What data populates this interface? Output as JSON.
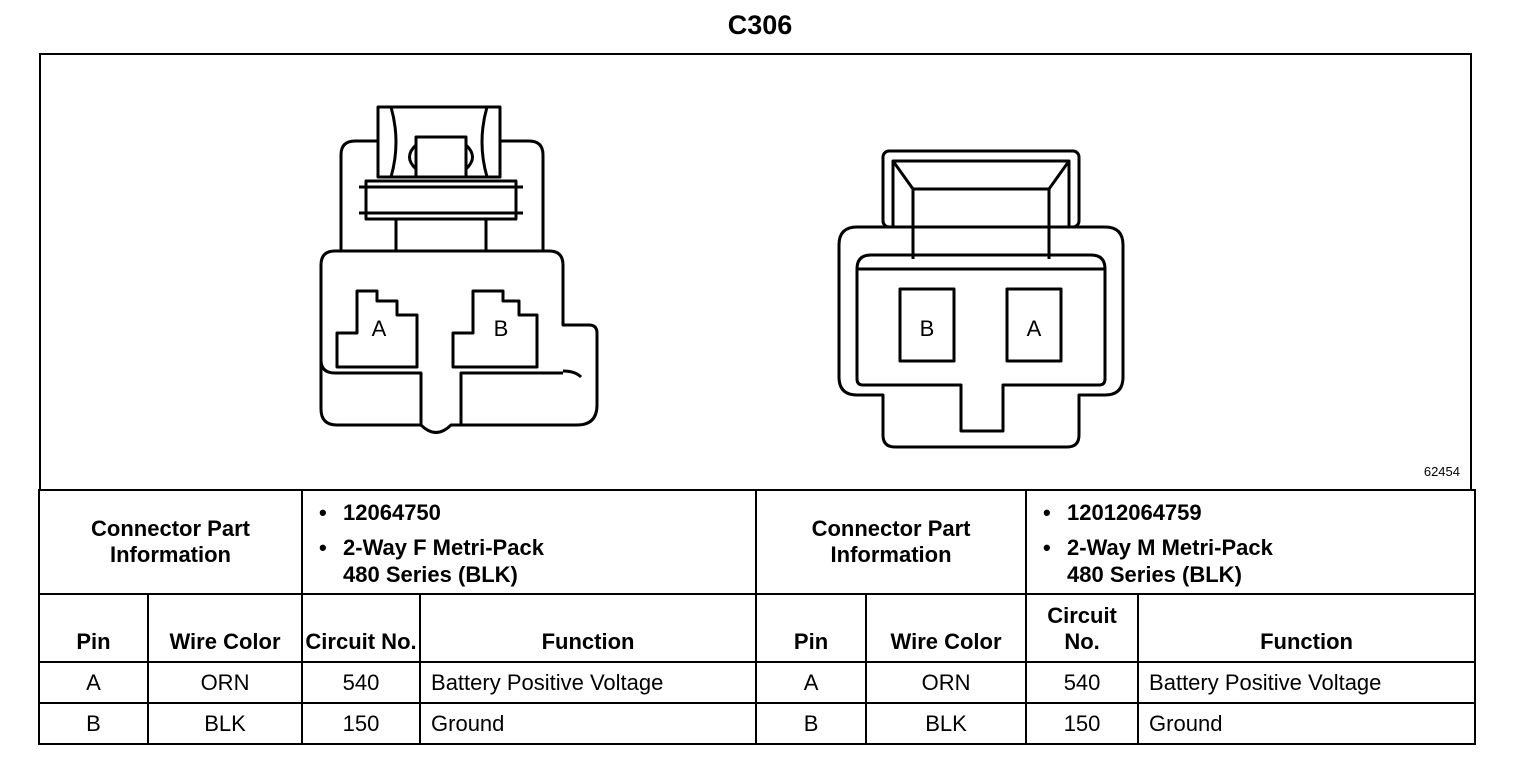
{
  "title": "C306",
  "figure_ref": "62454",
  "left_connector": {
    "pins": [
      "A",
      "B"
    ],
    "header": "Connector Part Information",
    "part_number": "12064750",
    "description_line1": "2-Way F Metri-Pack",
    "description_line2": "480 Series (BLK)"
  },
  "right_connector": {
    "pins": [
      "B",
      "A"
    ],
    "header": "Connector Part Information",
    "part_number": "12012064759",
    "description_line1": "2-Way M Metri-Pack",
    "description_line2": "480 Series (BLK)"
  },
  "columns_left": {
    "pin": "Pin",
    "wire_color": "Wire Color",
    "circuit_no": "Circuit No.",
    "function": "Function"
  },
  "columns_right": {
    "pin": "Pin",
    "wire_color": "Wire Color",
    "circuit_no": "Circuit No.",
    "function": "Function"
  },
  "rows": [
    {
      "pin": "A",
      "wire_color": "ORN",
      "circuit_no": "540",
      "function": "Battery Positive Voltage"
    },
    {
      "pin": "B",
      "wire_color": "BLK",
      "circuit_no": "150",
      "function": "Ground"
    }
  ]
}
